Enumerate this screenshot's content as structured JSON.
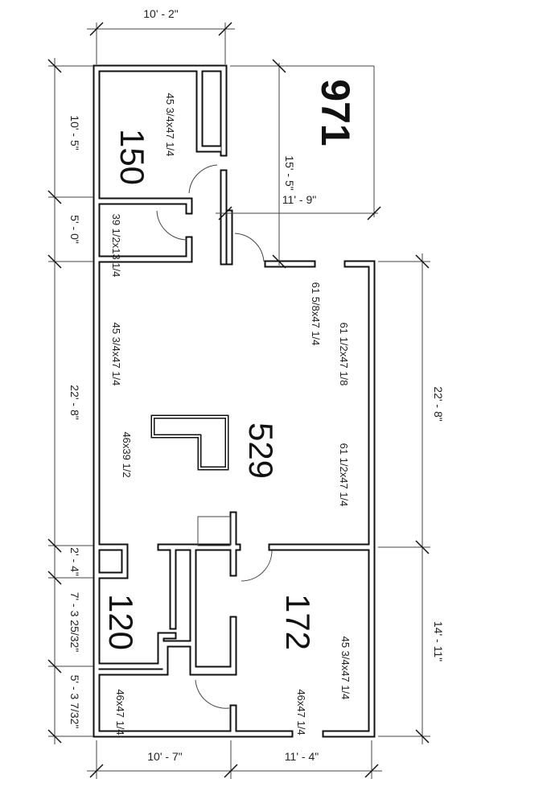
{
  "rooms": [
    {
      "id": "971",
      "label": "971"
    },
    {
      "id": "150",
      "label": "150"
    },
    {
      "id": "529",
      "label": "529"
    },
    {
      "id": "120",
      "label": "120"
    },
    {
      "id": "172",
      "label": "172"
    }
  ],
  "dimensions": {
    "top": "10' - 2\"",
    "left": [
      "10' - 5\"",
      "5' - 0\"",
      "22' - 8\"",
      "2' - 4\"",
      "7' - 3 25/32\"",
      "5' - 3 7/32\""
    ],
    "right": [
      "22' - 8\"",
      "14' - 11\""
    ],
    "bottom": [
      "10' - 7\"",
      "11' - 4\""
    ],
    "inner_vertical": "15' - 5\"",
    "inner_horizontal": "11' - 9\""
  },
  "windows": [
    "45 3/4x47 1/4",
    "39 1/2x13 1/4",
    "45 3/4x47 1/4",
    "46x39 1/2",
    "61 5/8x47 1/4",
    "61 1/2x47 1/8",
    "61 1/2x47 1/4",
    "45 3/4x47 1/4",
    "46x47 1/4",
    "46x47 1/4"
  ]
}
